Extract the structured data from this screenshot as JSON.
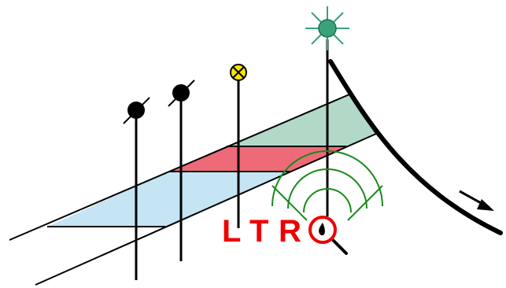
{
  "diagram": {
    "label": {
      "letters": [
        "L",
        "T",
        "R"
      ]
    },
    "colors": {
      "lane_fill": "#c5e4f4",
      "green_band": "#b2d9c8",
      "red_band": "#ee6a79",
      "signal_black": "#000000",
      "signal_yellow": "#f5e400",
      "signal_green": "#3aa27a",
      "ring_green": "#1a8a1a",
      "label_red": "#ee0000"
    },
    "icons": [
      "black-signal-head-icon",
      "black-signal-head-icon",
      "yellow-cross-signal-icon",
      "green-starburst-signal-icon",
      "detection-wave-rings-icon",
      "magnifier-pin-icon",
      "direction-arrow-icon"
    ]
  }
}
